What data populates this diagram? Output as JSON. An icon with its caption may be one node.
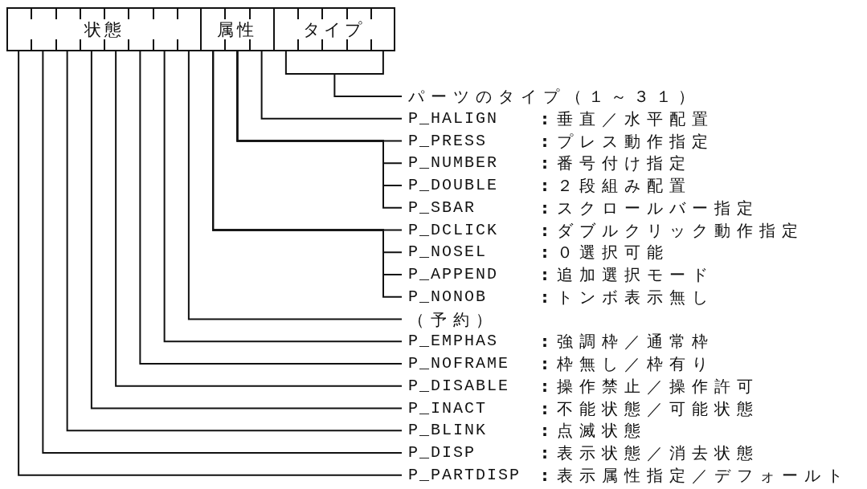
{
  "diagram": {
    "nodes": [
      {
        "text": [
          "状態"
        ]
      },
      {
        "text": [
          "属性"
        ]
      },
      {
        "text": [
          "タイプ"
        ]
      },
      {
        "text": [
          "パーツのタイプ（１～３１）"
        ]
      },
      {
        "text": [
          "P_HALIGN",
          ":",
          "垂直／水平配置"
        ]
      },
      {
        "text": [
          "P_PRESS",
          ":",
          "プレス動作指定"
        ]
      },
      {
        "text": [
          "P_NUMBER",
          ":",
          "番号付け指定"
        ]
      },
      {
        "text": [
          "P_DOUBLE",
          ":",
          "２段組み配置"
        ]
      },
      {
        "text": [
          "P_SBAR",
          ":",
          "スクロールバー指定"
        ]
      },
      {
        "text": [
          "P_DCLICK",
          ":",
          "ダブルクリック動作指定"
        ]
      },
      {
        "text": [
          "P_NOSEL",
          ":",
          "０選択可能"
        ]
      },
      {
        "text": [
          "P_APPEND",
          ":",
          "追加選択モード"
        ]
      },
      {
        "text": [
          "P_NONOB",
          ":",
          "トンボ表示無し"
        ]
      },
      {
        "text": [
          "（予約）"
        ]
      },
      {
        "text": [
          "P_EMPHAS",
          ":",
          "強調枠／通常枠"
        ]
      },
      {
        "text": [
          "P_NOFRAME",
          ":",
          "枠無し／枠有り"
        ]
      },
      {
        "text": [
          "P_DISABLE",
          ":",
          "操作禁止／操作許可"
        ]
      },
      {
        "text": [
          "P_INACT",
          ":",
          "不能状態／可能状態"
        ]
      },
      {
        "text": [
          "P_BLINK",
          ":",
          "点滅状態"
        ]
      },
      {
        "text": [
          "P_DISP",
          ":",
          "表示状態／消去状態"
        ]
      },
      {
        "text": [
          "P_PARTDISP",
          ":",
          "表示属性指定／デフォールト"
        ]
      }
    ],
    "edges": [
      {
        "from": 2,
        "to": 3,
        "arrow": "none"
      },
      {
        "from": 1,
        "to": 4,
        "arrow": "none"
      },
      {
        "from": 1,
        "to": 5,
        "arrow": "none"
      },
      {
        "from": 1,
        "to": 6,
        "arrow": "none"
      },
      {
        "from": 1,
        "to": 7,
        "arrow": "none"
      },
      {
        "from": 1,
        "to": 8,
        "arrow": "none"
      },
      {
        "from": 1,
        "to": 9,
        "arrow": "none"
      },
      {
        "from": 1,
        "to": 10,
        "arrow": "none"
      },
      {
        "from": 1,
        "to": 11,
        "arrow": "none"
      },
      {
        "from": 1,
        "to": 12,
        "arrow": "none"
      },
      {
        "from": 0,
        "to": 13,
        "arrow": "none"
      },
      {
        "from": 0,
        "to": 14,
        "arrow": "none"
      },
      {
        "from": 0,
        "to": 15,
        "arrow": "none"
      },
      {
        "from": 0,
        "to": 16,
        "arrow": "none"
      },
      {
        "from": 0,
        "to": 17,
        "arrow": "none"
      },
      {
        "from": 0,
        "to": 18,
        "arrow": "none"
      },
      {
        "from": 0,
        "to": 19,
        "arrow": "none"
      },
      {
        "from": 0,
        "to": 20,
        "arrow": "none"
      }
    ]
  }
}
